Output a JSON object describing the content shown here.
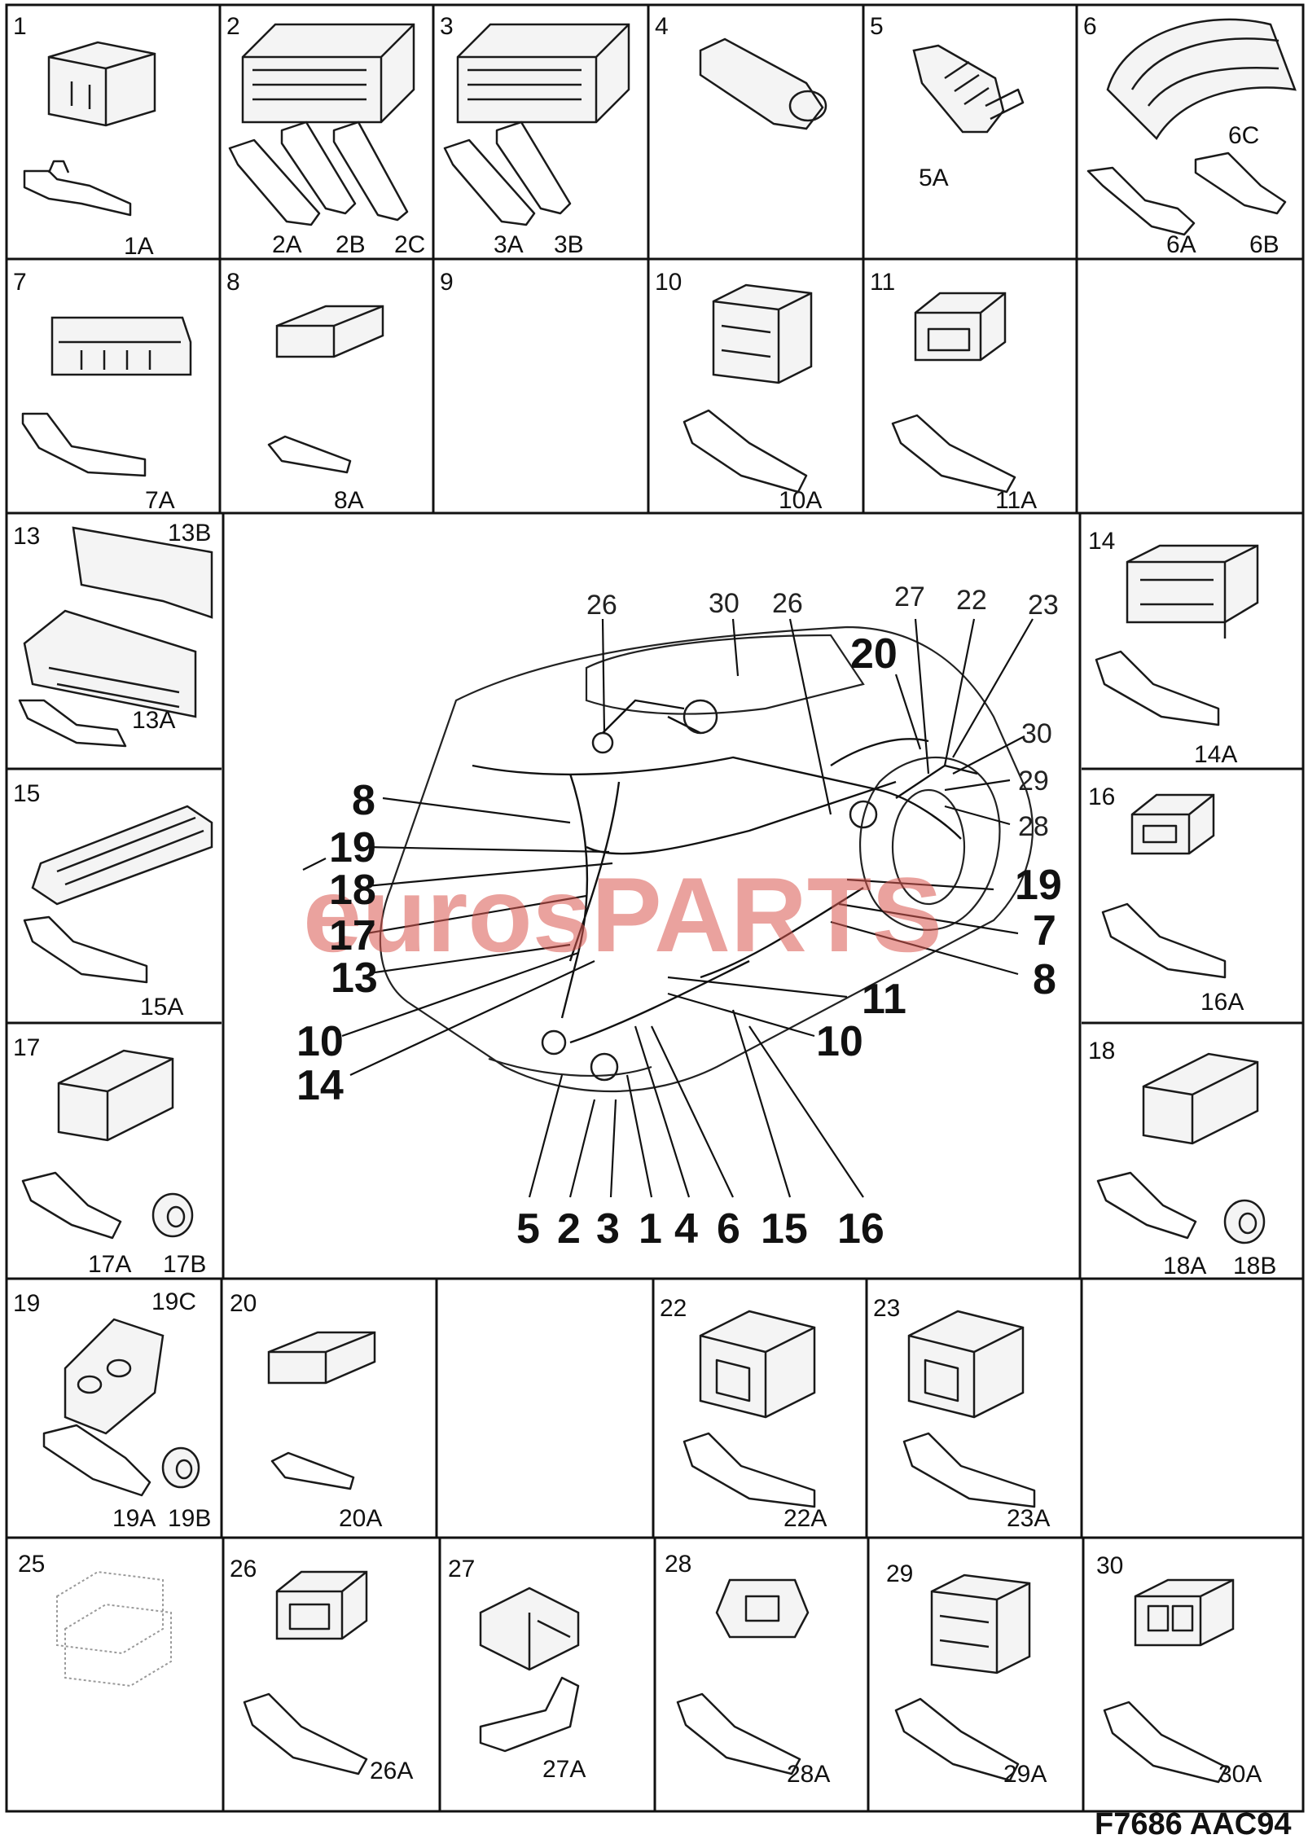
{
  "cells": [
    {
      "num": "1",
      "labels": [
        "1A"
      ]
    },
    {
      "num": "2",
      "labels": [
        "2A",
        "2B",
        "2C"
      ]
    },
    {
      "num": "3",
      "labels": [
        "3A",
        "3B"
      ]
    },
    {
      "num": "4",
      "labels": []
    },
    {
      "num": "5",
      "labels": [
        "5A"
      ]
    },
    {
      "num": "6",
      "labels": [
        "6C",
        "6A",
        "6B"
      ]
    },
    {
      "num": "7",
      "labels": [
        "7A"
      ]
    },
    {
      "num": "8",
      "labels": [
        "8A"
      ]
    },
    {
      "num": "9",
      "labels": []
    },
    {
      "num": "10",
      "labels": [
        "10A"
      ]
    },
    {
      "num": "11",
      "labels": [
        "11A"
      ]
    },
    {
      "num": "13",
      "labels": [
        "13B",
        "13A"
      ]
    },
    {
      "num": "15",
      "labels": [
        "15A"
      ]
    },
    {
      "num": "17",
      "labels": [
        "17A",
        "17B"
      ]
    },
    {
      "num": "14",
      "labels": [
        "14A"
      ]
    },
    {
      "num": "16",
      "labels": [
        "16A"
      ]
    },
    {
      "num": "18",
      "labels": [
        "18A",
        "18B"
      ]
    },
    {
      "num": "19",
      "labels": [
        "19C",
        "19A",
        "19B"
      ]
    },
    {
      "num": "20",
      "labels": [
        "20A"
      ]
    },
    {
      "num": "22",
      "labels": [
        "22A"
      ]
    },
    {
      "num": "23",
      "labels": [
        "23A"
      ]
    },
    {
      "num": "25",
      "labels": []
    },
    {
      "num": "26",
      "labels": [
        "26A"
      ]
    },
    {
      "num": "27",
      "labels": [
        "27A"
      ]
    },
    {
      "num": "28",
      "labels": [
        "28A"
      ]
    },
    {
      "num": "29",
      "labels": [
        "29A"
      ]
    },
    {
      "num": "30",
      "labels": [
        "30A"
      ]
    }
  ],
  "callouts_top": [
    "26",
    "30",
    "26",
    "27",
    "22",
    "23",
    "20",
    "30",
    "29",
    "28"
  ],
  "callouts_left": [
    "8",
    "19",
    "18",
    "17",
    "13",
    "10",
    "14"
  ],
  "callouts_right": [
    "19",
    "7",
    "8",
    "11",
    "10"
  ],
  "callouts_bottom": [
    "5",
    "2",
    "3",
    "1",
    "4",
    "6",
    "15",
    "16"
  ],
  "watermark": "eurosPARTS",
  "figure_ref": "F7686 AAC94"
}
